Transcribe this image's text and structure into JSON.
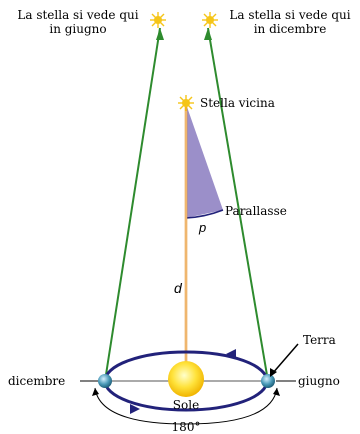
{
  "labels": {
    "june_star_line1": "La stella si vede qui",
    "june_star_line2": "in giugno",
    "december_star_line1": "La stella si vede qui",
    "december_star_line2": "in dicembre",
    "near_star": "Stella vicina",
    "parallax": "Parallasse",
    "parallax_symbol": "p",
    "distance_symbol": "d",
    "earth": "Terra",
    "december": "dicembre",
    "june": "giugno",
    "sun": "Sole",
    "angle": "180°"
  },
  "colors": {
    "sight_lines": "#2e8b2e",
    "distance_line": "#e8942a",
    "orbit": "#22227a",
    "parallax_fill": "#8a7bbf",
    "sun": "#ffe23a",
    "earth": "#4a9ab8",
    "star": "#f5c518",
    "text": "#000000"
  }
}
